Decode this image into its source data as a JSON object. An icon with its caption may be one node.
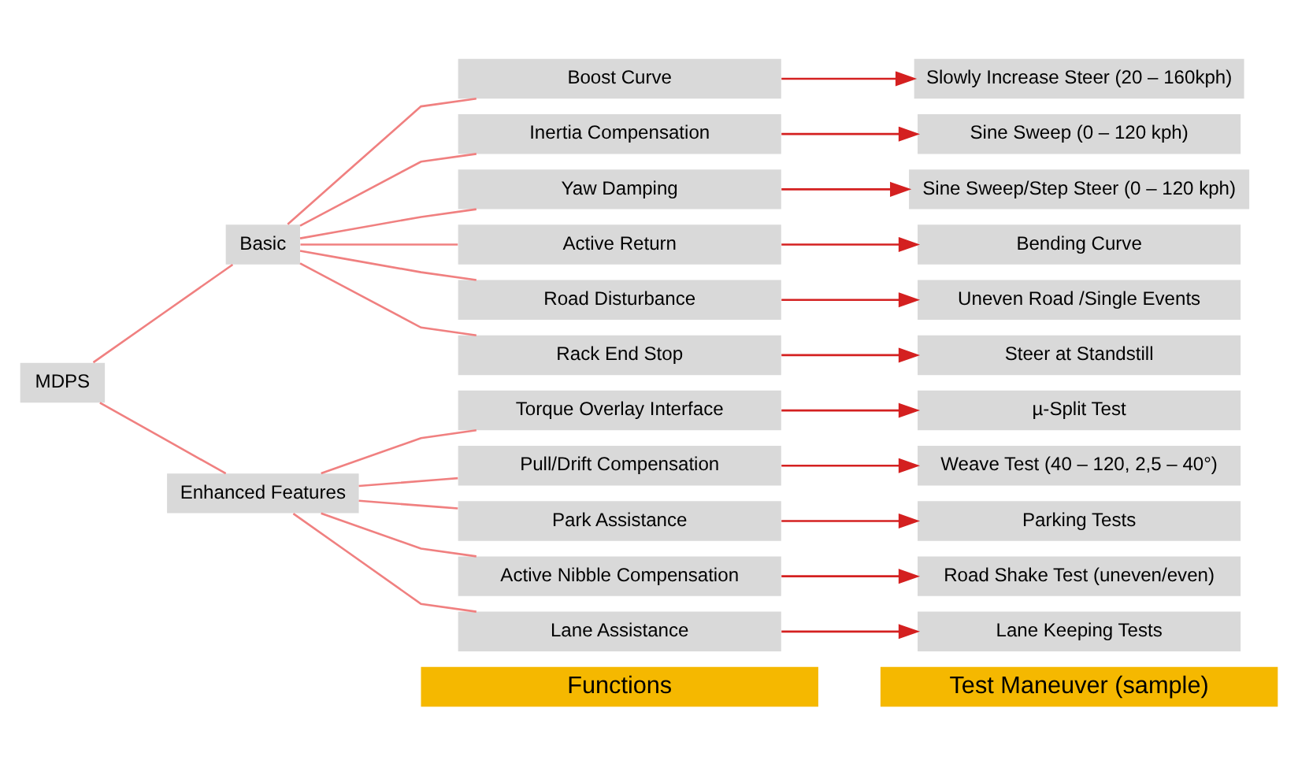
{
  "diagram": {
    "nodes": [
      {
        "text": [
          "Functions"
        ]
      },
      {
        "text": [
          "Test Maneuver (sample)"
        ]
      },
      {
        "text": [
          "MDPS"
        ]
      },
      {
        "text": [
          "Basic"
        ]
      },
      {
        "text": [
          "Boost Curve"
        ]
      },
      {
        "text": [
          "Slowly Increase Steer (20 – 160kph)"
        ]
      },
      {
        "text": [
          "Inertia Compensation"
        ]
      },
      {
        "text": [
          "Sine Sweep (0 – 120 kph)"
        ]
      },
      {
        "text": [
          "Yaw Damping"
        ]
      },
      {
        "text": [
          "Sine Sweep/Step Steer (0 – 120 kph)"
        ]
      },
      {
        "text": [
          "Active Return"
        ]
      },
      {
        "text": [
          "Bending Curve"
        ]
      },
      {
        "text": [
          "Road Disturbance"
        ]
      },
      {
        "text": [
          "Uneven Road /Single Events"
        ]
      },
      {
        "text": [
          "Rack End Stop"
        ]
      },
      {
        "text": [
          "Steer at Standstill"
        ]
      },
      {
        "text": [
          "Enhanced Features"
        ]
      },
      {
        "text": [
          "Torque Overlay Interface"
        ]
      },
      {
        "text": [
          "µ-Split Test"
        ]
      },
      {
        "text": [
          "Pull/Drift Compensation"
        ]
      },
      {
        "text": [
          "Weave Test (40 – 120, 2,5 – 40°)"
        ]
      },
      {
        "text": [
          "Park Assistance"
        ]
      },
      {
        "text": [
          "Parking Tests"
        ]
      },
      {
        "text": [
          "Active Nibble Compensation"
        ]
      },
      {
        "text": [
          "Road Shake Test (uneven/even)"
        ]
      },
      {
        "text": [
          "Lane Assistance"
        ]
      },
      {
        "text": [
          "Lane Keeping Tests"
        ]
      }
    ],
    "edges": [
      {
        "from": 2,
        "to": 3,
        "arrow": "none"
      },
      {
        "from": 2,
        "to": 16,
        "arrow": "none"
      },
      {
        "from": 3,
        "to": 4,
        "arrow": "none"
      },
      {
        "from": 3,
        "to": 6,
        "arrow": "none"
      },
      {
        "from": 3,
        "to": 8,
        "arrow": "none"
      },
      {
        "from": 3,
        "to": 10,
        "arrow": "none"
      },
      {
        "from": 3,
        "to": 12,
        "arrow": "none"
      },
      {
        "from": 3,
        "to": 14,
        "arrow": "none"
      },
      {
        "from": 16,
        "to": 17,
        "arrow": "none"
      },
      {
        "from": 16,
        "to": 19,
        "arrow": "none"
      },
      {
        "from": 16,
        "to": 21,
        "arrow": "none"
      },
      {
        "from": 16,
        "to": 23,
        "arrow": "none"
      },
      {
        "from": 16,
        "to": 25,
        "arrow": "none"
      },
      {
        "from": 4,
        "to": 5,
        "arrow": "to",
        "color": "#d42020"
      },
      {
        "from": 6,
        "to": 7,
        "arrow": "to",
        "color": "#d42020"
      },
      {
        "from": 8,
        "to": 9,
        "arrow": "to",
        "color": "#d42020"
      },
      {
        "from": 10,
        "to": 11,
        "arrow": "to",
        "color": "#d42020"
      },
      {
        "from": 12,
        "to": 13,
        "arrow": "to",
        "color": "#d42020"
      },
      {
        "from": 14,
        "to": 15,
        "arrow": "to",
        "color": "#d42020"
      },
      {
        "from": 17,
        "to": 18,
        "arrow": "to",
        "color": "#d42020"
      },
      {
        "from": 19,
        "to": 20,
        "arrow": "to",
        "color": "#d42020"
      },
      {
        "from": 21,
        "to": 22,
        "arrow": "to",
        "color": "#d42020"
      },
      {
        "from": 23,
        "to": 24,
        "arrow": "to",
        "color": "#d42020"
      },
      {
        "from": 25,
        "to": 26,
        "arrow": "to",
        "color": "#d42020"
      }
    ]
  }
}
